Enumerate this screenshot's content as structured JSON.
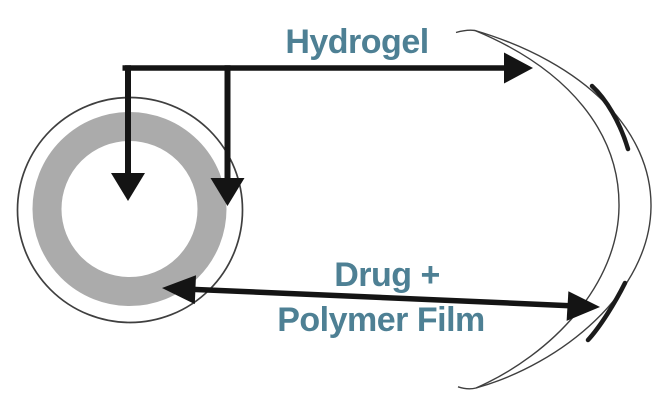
{
  "diagram": {
    "labels": {
      "hydrogel": "Hydrogel",
      "drug_plus": "Drug +",
      "polymer_film": "Polymer Film"
    }
  },
  "colors": {
    "background": "#ffffff",
    "label": "#4e8094",
    "arrow": "#141414",
    "ring": "#ababab",
    "outline": "#3f3f3f",
    "film_segment": "#1b1b1b"
  }
}
